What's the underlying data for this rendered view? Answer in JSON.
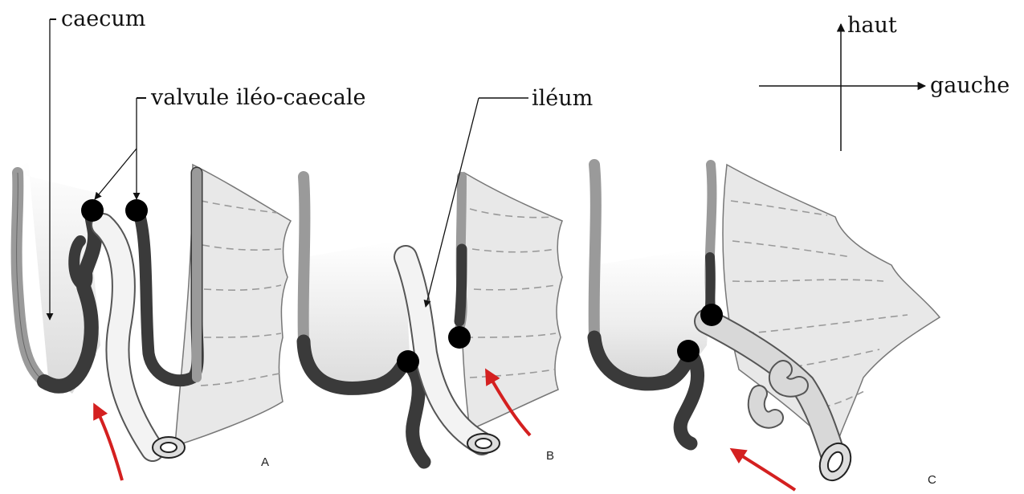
{
  "labels": {
    "caecum": "caecum",
    "valve": "valvule iléo-caecale",
    "ileum": "iléum",
    "up": "haut",
    "left": "gauche"
  },
  "panels": [
    {
      "letter": "A"
    },
    {
      "letter": "B"
    },
    {
      "letter": "C"
    }
  ],
  "colors": {
    "dark_wall": "#3a3a3a",
    "light_wall": "#9a9a9a",
    "mesentery": "#e8e8e8",
    "arrow": "#d42020",
    "node": "#000000"
  }
}
